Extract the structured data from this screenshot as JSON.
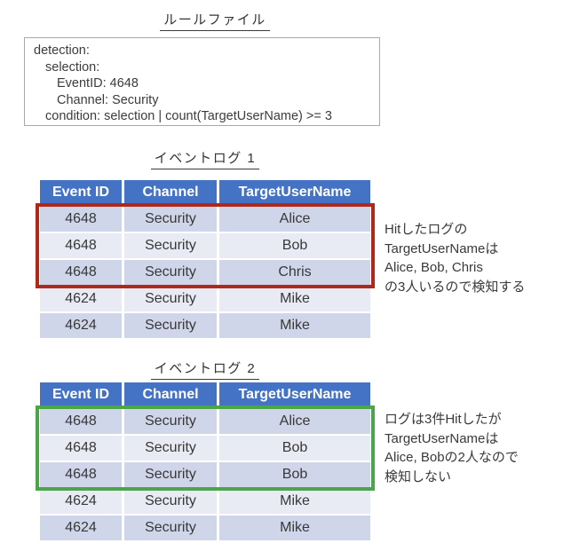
{
  "rule_file": {
    "title": "ルールファイル",
    "lines": [
      {
        "indent": 0,
        "text": "detection:"
      },
      {
        "indent": 1,
        "text": "selection:"
      },
      {
        "indent": 2,
        "text": "EventID: 4648"
      },
      {
        "indent": 2,
        "text": "Channel: Security"
      },
      {
        "indent": 1,
        "text": "condition: selection | count(TargetUserName) >= 3"
      }
    ]
  },
  "tables": [
    {
      "title": "イベントログ 1",
      "headers": [
        "Event ID",
        "Channel",
        "TargetUserName"
      ],
      "rows": [
        [
          "4648",
          "Security",
          "Alice"
        ],
        [
          "4648",
          "Security",
          "Bob"
        ],
        [
          "4648",
          "Security",
          "Chris"
        ],
        [
          "4624",
          "Security",
          "Mike"
        ],
        [
          "4624",
          "Security",
          "Mike"
        ]
      ],
      "highlight": {
        "rows": "1-3",
        "color": "#b0281c"
      },
      "annotation_lines": [
        "Hitしたログの",
        "TargetUserNameは",
        "Alice, Bob, Chris",
        "の3人いるので検知する"
      ]
    },
    {
      "title": "イベントログ 2",
      "headers": [
        "Event ID",
        "Channel",
        "TargetUserName"
      ],
      "rows": [
        [
          "4648",
          "Security",
          "Alice"
        ],
        [
          "4648",
          "Security",
          "Bob"
        ],
        [
          "4648",
          "Security",
          "Bob"
        ],
        [
          "4624",
          "Security",
          "Mike"
        ],
        [
          "4624",
          "Security",
          "Mike"
        ]
      ],
      "highlight": {
        "rows": "1-3",
        "color": "#4ba54b"
      },
      "annotation_lines": [
        "ログは3件Hitしたが",
        "TargetUserNameは",
        "Alice, Bobの2人なので",
        "検知しない"
      ]
    }
  ],
  "colors": {
    "header_blue": "#4472c4",
    "row_band_dark": "#d0d6e9",
    "row_band_light": "#e9ebf4",
    "hit_red": "#b0281c",
    "hit_green": "#4ba54b",
    "box_border_gray": "#a8a8a8"
  }
}
